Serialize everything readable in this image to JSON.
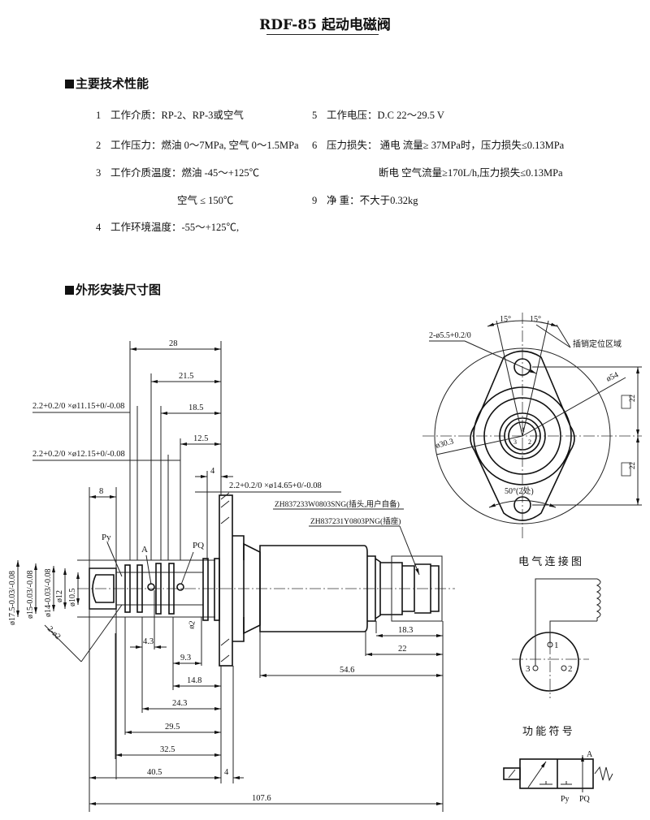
{
  "title": "RDF-85 起动电磁阀",
  "sections": {
    "specs_heading": "主要技术性能",
    "drawing_heading": "外形安装尺寸图"
  },
  "specs": {
    "left": [
      {
        "num": "1",
        "text": "工作介质：RP-2、RP-3或空气"
      },
      {
        "num": "2",
        "text": "工作压力：燃油 0～7MPa, 空气 0～1.5MPa"
      },
      {
        "num": "3",
        "text": "工作介质温度：燃油 -45～+125℃"
      },
      {
        "num": "",
        "text": "空气  ≤ 150℃"
      },
      {
        "num": "4",
        "text": "工作环境温度：-55～+125℃,"
      }
    ],
    "right": [
      {
        "num": "5",
        "text": "工作电压：D.C 22～29.5 V"
      },
      {
        "num": "6",
        "text": "压力损失：  通电   流量≥ 37MPa时，压力损失≤0.13MPa"
      },
      {
        "num": "",
        "text": "断电   空气流量≥170L/h,压力损失≤0.13MPa"
      },
      {
        "num": "9",
        "text": "净     重：不大于0.32kg"
      }
    ]
  },
  "side_view": {
    "dims_top": [
      "28",
      "21.5",
      "18.5",
      "12.5",
      "4",
      "8"
    ],
    "grooves": [
      "2.2+0.2/0 ×ø11.15+0/-0.08",
      "2.2+0.2/0 ×ø12.15+0/-0.08",
      "2.2+0.2/0 ×ø14.65+0/-0.08"
    ],
    "diameters": [
      "ø17.5-0.03/-0.08",
      "ø15-0.03/-0.08",
      "ø14-0.03/-0.08",
      "ø12",
      "ø10.5"
    ],
    "ports": [
      "Py",
      "A",
      "PQ"
    ],
    "holes": [
      "2-ø2",
      "ø2"
    ],
    "part_labels": [
      "ZH837233W0803SNG(插头,用户自备)",
      "ZH837231Y0803PNG(插座)"
    ],
    "dims_bottom": [
      "4.3",
      "9.3",
      "14.8",
      "24.3",
      "29.5",
      "32.5",
      "40.5",
      "4",
      "107.6",
      "54.6",
      "22",
      "18.3"
    ]
  },
  "end_view": {
    "angles": [
      "15°",
      "15°"
    ],
    "hole_label": "2-ø5.5+0.2/0",
    "pin_zone_label": "插销定位区域",
    "outer_diameter": "ø54",
    "inner_diameter": "ø30.3",
    "flange_angle": "50°(2处)",
    "offsets": [
      "22",
      "22"
    ],
    "pins": [
      "1",
      "3",
      "2"
    ]
  },
  "wiring": {
    "title": "电 气 连 接 图",
    "pins": [
      "1",
      "2",
      "3"
    ]
  },
  "symbol": {
    "title": "功 能 符 号",
    "ports": [
      "A",
      "Py",
      "PQ"
    ]
  }
}
